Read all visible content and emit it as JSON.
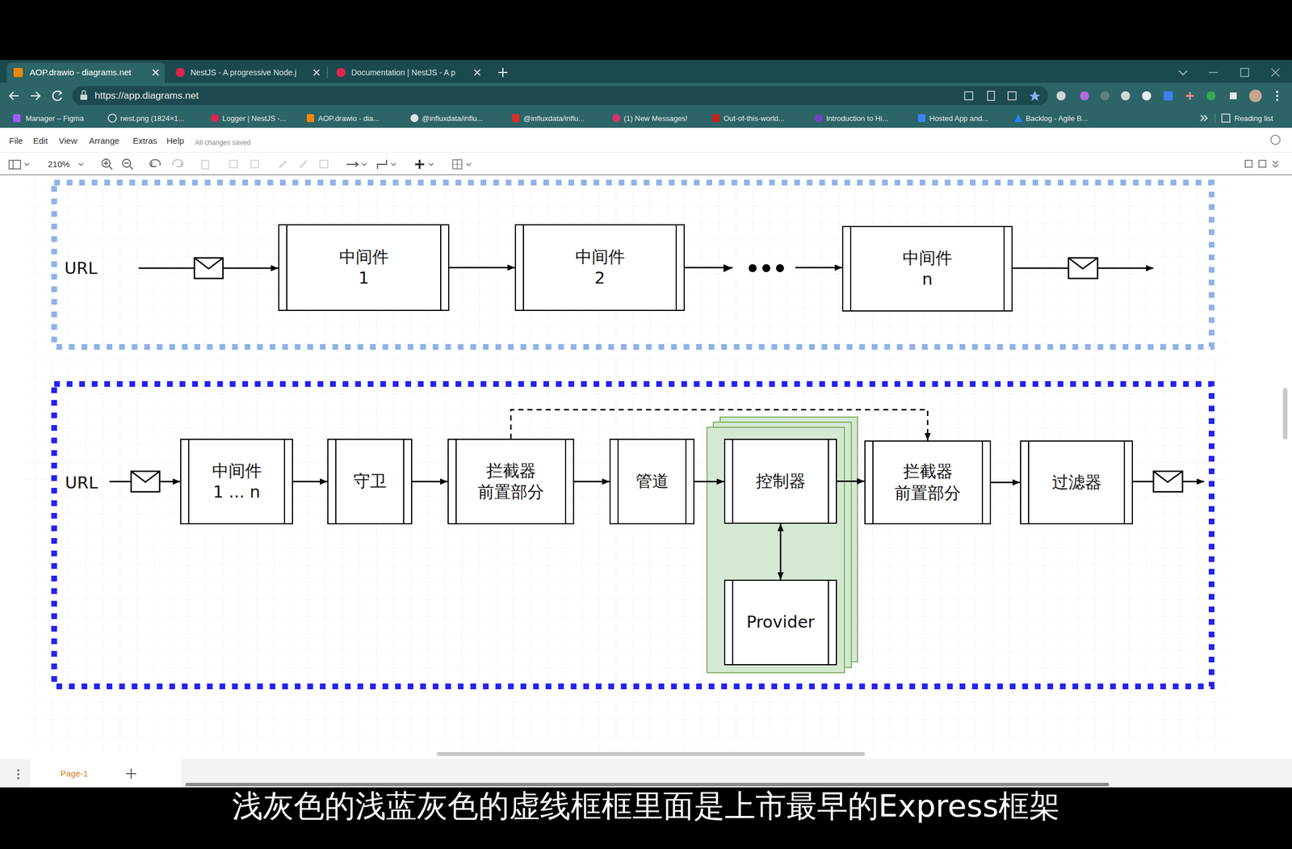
{
  "diagram": {
    "caption": "浅灰色的浅蓝灰色的虚线框框里面是上市最早的Express框架",
    "nodes": [
      {
        "text": [
          "URL"
        ]
      },
      {
        "text": [
          "中间件 1"
        ],
        "in": 0
      },
      {
        "text": [
          "中间件 2"
        ],
        "in": 0
      },
      {
        "text": [
          "中间件 n"
        ],
        "in": 0
      },
      {
        "text": [
          "URL"
        ]
      },
      {
        "text": [
          "中间件 1 ... n"
        ],
        "in": 4
      },
      {
        "text": [
          "守卫"
        ],
        "in": 4
      },
      {
        "text": [
          "拦截器 前置部分"
        ],
        "in": 4
      },
      {
        "text": [
          "管道"
        ],
        "in": 4
      },
      {
        "text": [
          "控制器"
        ],
        "in": 4
      },
      {
        "text": [
          "Provider"
        ],
        "in": 4
      },
      {
        "text": [
          "拦截器 前置部分"
        ],
        "in": 4
      },
      {
        "text": [
          "过滤器"
        ],
        "in": 4
      }
    ],
    "edges": [
      {
        "from": 1,
        "to": 2,
        "arrow": "to"
      },
      {
        "from": 2,
        "to": 3,
        "arrow": "to"
      },
      {
        "from": 5,
        "to": 6,
        "arrow": "to"
      },
      {
        "from": 6,
        "to": 7,
        "arrow": "to"
      },
      {
        "from": 7,
        "to": 8,
        "arrow": "to"
      },
      {
        "from": 7,
        "to": 11,
        "arrow": "to"
      },
      {
        "from": 8,
        "to": 9,
        "arrow": "to"
      },
      {
        "from": 9,
        "to": 10,
        "arrow": "both"
      },
      {
        "from": 9,
        "to": 11,
        "arrow": "to"
      },
      {
        "from": 11,
        "to": 12,
        "arrow": "to"
      }
    ],
    "labels": [
      "AOP.drawio - diagrams.net",
      "NestJS - A progressive Node.j",
      "Documentation | NestJS - A p",
      "https://app.diagrams.net",
      "Manager – Figma",
      "nest.png (1824×1...",
      "Logger | NestJS -...",
      "AOP.drawio - dia...",
      "@influxdata/influ...",
      "@influxdata/influ...",
      "(1) New Messages!",
      "Out-of-this-world...",
      "Introduction to Hi...",
      "Hosted App and...",
      "Backlog - Agile B...",
      "Reading list",
      "File",
      "Edit",
      "View",
      "Arrange",
      "Extras",
      "Help",
      "All changes saved",
      "210%",
      "Page-1"
    ]
  }
}
